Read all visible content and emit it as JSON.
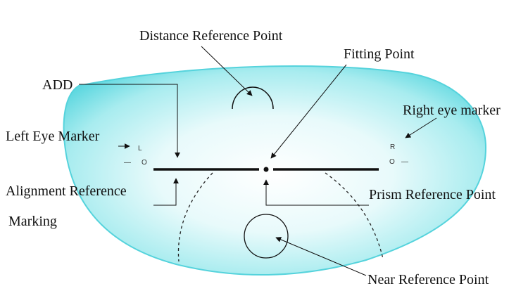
{
  "diagram": {
    "labels": {
      "distance_reference_point": "Distance Reference Point",
      "fitting_point": "Fitting Point",
      "add": "ADD",
      "right_eye_marker": "Right eye marker",
      "left_eye_marker": "Left Eye Marker",
      "alignment_reference_line1": "Alignment Reference",
      "alignment_reference_line2": "Marking",
      "prism_reference_point": "Prism Reference Point",
      "near_reference_point": "Near Reference Point"
    },
    "lens_marks": {
      "left_letter": "L",
      "left_circle": "O",
      "left_dash": "—",
      "right_letter": "R",
      "right_circle": "O",
      "right_dash": "—"
    },
    "colors": {
      "lens_edge": "#5fd8e0",
      "lens_center": "#e6f9fb",
      "line": "#111111"
    }
  }
}
